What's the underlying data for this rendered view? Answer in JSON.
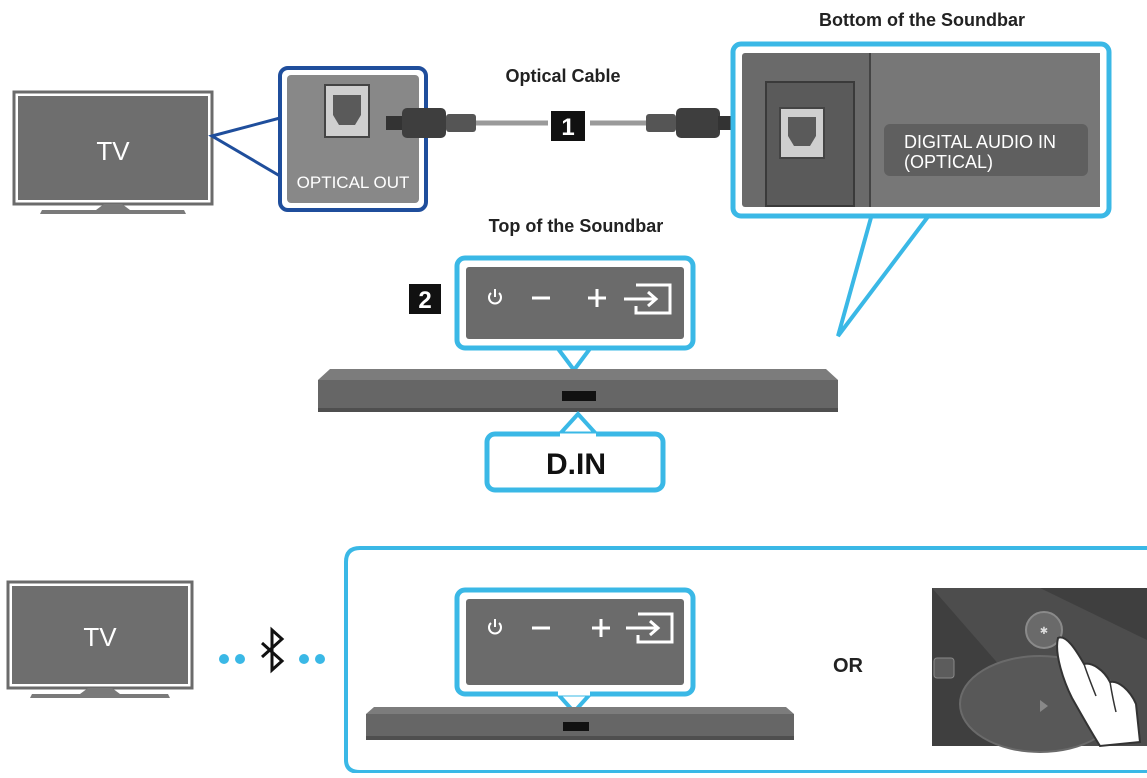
{
  "diagram": {
    "optical_connection": {
      "tv_label": "TV",
      "optical_out_label": "OPTICAL OUT",
      "cable_label": "Optical Cable",
      "step_1": "1",
      "bottom_label": "Bottom of the Soundbar",
      "digital_in_line1": "DIGITAL AUDIO IN",
      "digital_in_line2": "(OPTICAL)",
      "top_label": "Top of the Soundbar",
      "step_2": "2",
      "display_text": "D.IN"
    },
    "bluetooth_connection": {
      "tv_label": "TV",
      "or_label": "OR"
    },
    "colors": {
      "accent_cyan": "#3ab8e6",
      "accent_navy": "#1f4e9c",
      "device_gray": "#6b6b6b",
      "panel_dark": "#4a4a4a"
    },
    "icons": [
      "power-icon",
      "minus-icon",
      "plus-icon",
      "input-source-icon",
      "bluetooth-icon",
      "hand-press-icon"
    ]
  }
}
